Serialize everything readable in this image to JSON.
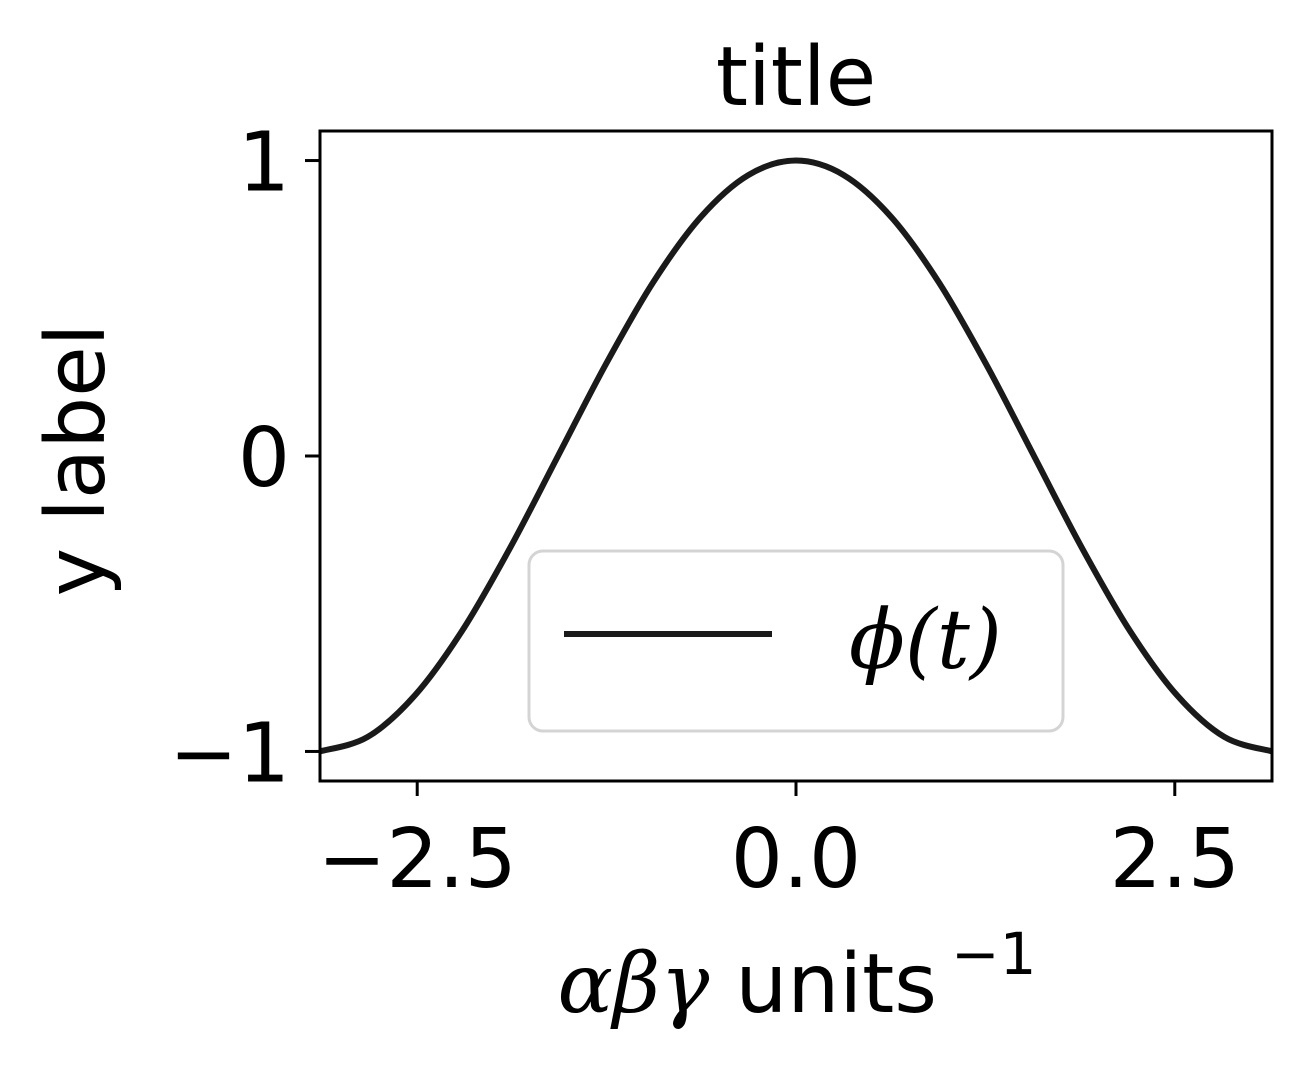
{
  "chart_data": {
    "type": "line",
    "title": "title",
    "xlabel": {
      "math": "αβγ",
      "text": " units",
      "exponent": "−1"
    },
    "ylabel": "y label",
    "xlim": [
      -3.14159,
      3.14159
    ],
    "ylim": [
      -1.1,
      1.1
    ],
    "xticks": [
      -2.5,
      0.0,
      2.5
    ],
    "xtick_labels": [
      "−2.5",
      "0.0",
      "2.5"
    ],
    "yticks": [
      -1,
      0,
      1
    ],
    "ytick_labels": [
      "−1",
      "0",
      "1"
    ],
    "grid": false,
    "legend_position": "lower center",
    "series": [
      {
        "name": "ϕ(t)",
        "color": "#1a1a1a",
        "x": [
          -3.14159,
          -2.82743,
          -2.51327,
          -2.19911,
          -1.88496,
          -1.5708,
          -1.25664,
          -0.94248,
          -0.62832,
          -0.31416,
          0.0,
          0.31416,
          0.62832,
          0.94248,
          1.25664,
          1.5708,
          1.88496,
          2.19911,
          2.51327,
          2.82743,
          3.14159
        ],
        "y": [
          -1.0,
          -0.951,
          -0.809,
          -0.588,
          -0.309,
          0.0,
          0.309,
          0.588,
          0.809,
          0.951,
          1.0,
          0.951,
          0.809,
          0.588,
          0.309,
          0.0,
          -0.309,
          -0.588,
          -0.809,
          -0.951,
          -1.0
        ]
      }
    ]
  },
  "colors": {
    "line": "#1a1a1a",
    "axes": "#000000",
    "legend_border": "#d4d4d4",
    "background": "#ffffff"
  }
}
